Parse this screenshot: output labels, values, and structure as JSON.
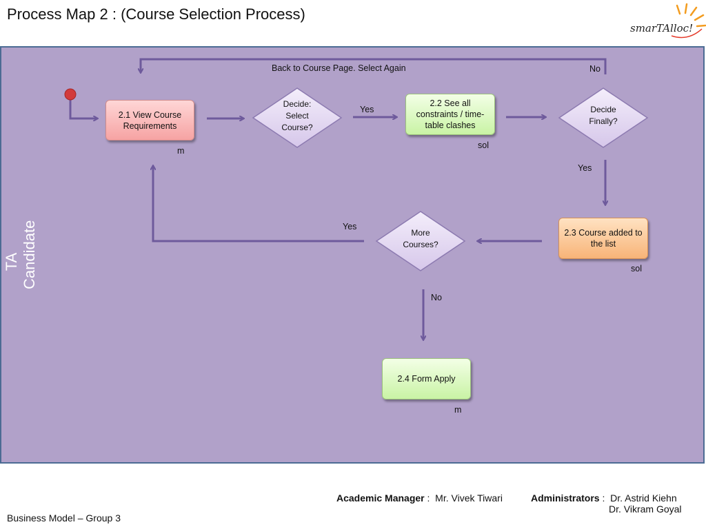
{
  "title": "Process Map 2 : (Course Selection Process)",
  "logo": {
    "text": "smarTAlloc!"
  },
  "lane": {
    "label_line1": "TA",
    "label_line2": "Candidate"
  },
  "nodes": {
    "n21": {
      "label": "2.1  View Course Requirements",
      "owner": "m"
    },
    "d1": {
      "label_lines": [
        "Decide:",
        "Select",
        "Course?"
      ]
    },
    "n22": {
      "label": "2.2  See all constraints / time-table clashes",
      "owner": "sol"
    },
    "d2": {
      "label_lines": [
        "Decide",
        "Finally?"
      ]
    },
    "n23": {
      "label": "2.3 Course added to the list",
      "owner": "sol"
    },
    "d3": {
      "label_lines": [
        "More",
        "Courses?"
      ]
    },
    "n24": {
      "label": "2.4 Form Apply",
      "owner": "m"
    }
  },
  "edges": {
    "back_label": "Back to Course Page. Select Again",
    "back_no": "No",
    "yes1": "Yes",
    "yes2": "Yes",
    "yes3": "Yes",
    "no2": "No"
  },
  "footer": {
    "left": "Business Model – Group 3",
    "academic_manager_label": "Academic Manager",
    "academic_manager_sep": " :  ",
    "academic_manager": "Mr. Vivek Tiwari",
    "administrators_label": "Administrators",
    "administrators_sep": " :  ",
    "administrator1": "Dr. Astrid Kiehn",
    "administrator2": "Dr. Vikram Goyal"
  },
  "colors": {
    "lane": "#b1a1c9",
    "arrow": "#6e5a9c",
    "start_dot": "#d23a3a"
  }
}
